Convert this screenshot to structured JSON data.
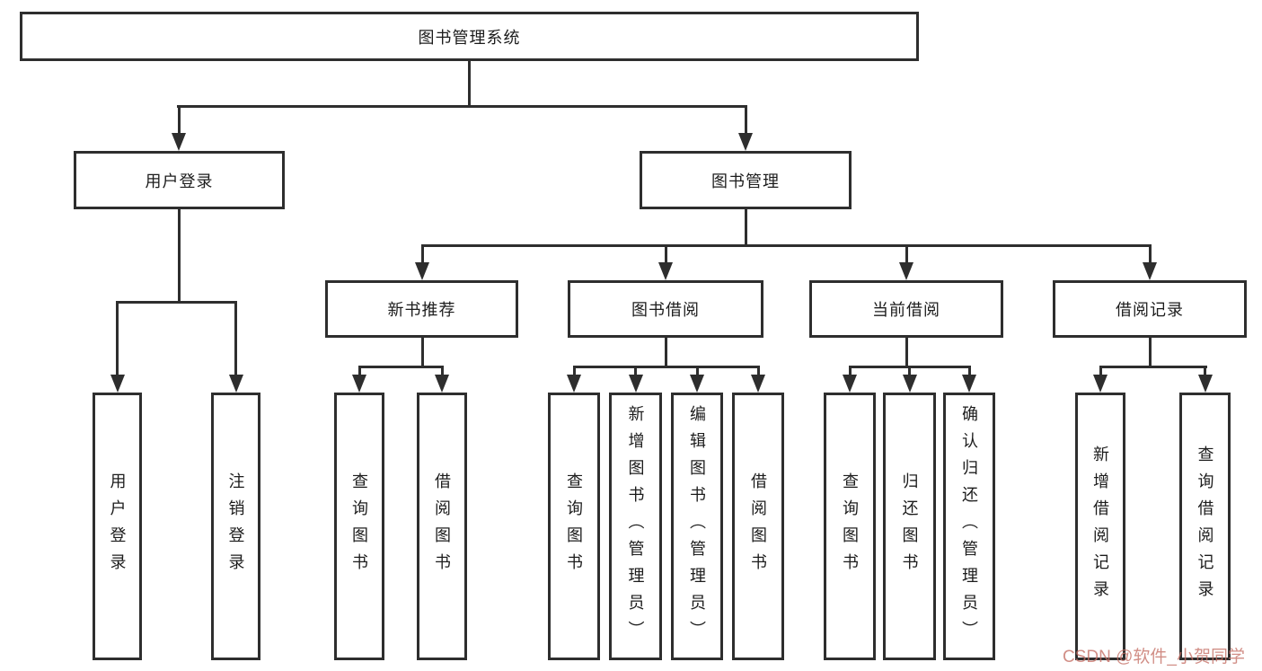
{
  "tree": {
    "label": "图书管理系统",
    "children": [
      {
        "label": "用户登录",
        "children": [
          {
            "label": "用户登录"
          },
          {
            "label": "注销登录"
          }
        ]
      },
      {
        "label": "图书管理",
        "children": [
          {
            "label": "新书推荐",
            "children": [
              {
                "label": "查询图书"
              },
              {
                "label": "借阅图书"
              }
            ]
          },
          {
            "label": "图书借阅",
            "children": [
              {
                "label": "查询图书"
              },
              {
                "label": "新增图书（管理员）"
              },
              {
                "label": "编辑图书（管理员）"
              },
              {
                "label": "借阅图书"
              }
            ]
          },
          {
            "label": "当前借阅",
            "children": [
              {
                "label": "查询图书"
              },
              {
                "label": "归还图书"
              },
              {
                "label": "确认归还（管理员）"
              }
            ]
          },
          {
            "label": "借阅记录",
            "children": [
              {
                "label": "新增借阅记录"
              },
              {
                "label": "查询借阅记录"
              }
            ]
          }
        ]
      }
    ]
  },
  "watermark": {
    "text": "CSDN @软件_小贺同学",
    "color": "#c46e64"
  },
  "colors": {
    "line": "#2e2e2e",
    "box_border": "#2e2e2e",
    "text": "#1c1c1c",
    "background": "#ffffff"
  }
}
